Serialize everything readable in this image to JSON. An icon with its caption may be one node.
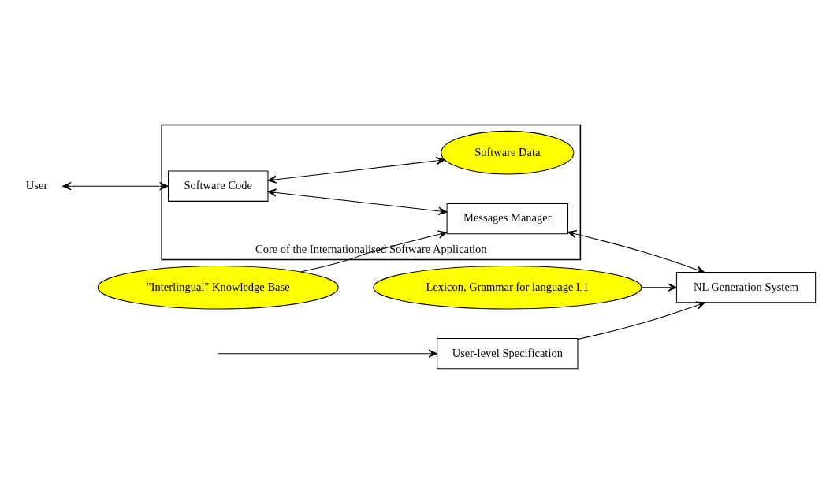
{
  "diagram": {
    "nodes": [
      {
        "text": [
          "User-level Specification"
        ]
      },
      {
        "text": [
          "Core of the Internationalised Software Application"
        ]
      },
      {
        "text": [
          "Software Code"
        ],
        "in": 1
      },
      {
        "text": [
          "Messages Manager"
        ],
        "in": 1
      },
      {
        "text": [
          "Software Data"
        ],
        "in": 1
      },
      {
        "text": [
          "NL Generation System"
        ]
      },
      {
        "text": [
          "Lexicon, Grammar for language L1"
        ]
      },
      {
        "text": [
          "\"Interlingual\" Knowledge Base"
        ]
      },
      {
        "text": [
          "User"
        ]
      }
    ],
    "edges": [
      {
        "from": null,
        "to": 0,
        "arrow": "to"
      },
      {
        "from": 0,
        "to": 5,
        "arrow": "to"
      },
      {
        "from": 8,
        "to": 2,
        "arrow": "both"
      },
      {
        "from": 2,
        "to": 3,
        "arrow": "both"
      },
      {
        "from": 3,
        "to": 5,
        "arrow": "both"
      },
      {
        "from": 2,
        "to": 4,
        "arrow": "both"
      },
      {
        "from": 7,
        "to": 3,
        "arrow": "to"
      },
      {
        "from": 6,
        "to": 5,
        "arrow": "to"
      }
    ]
  }
}
